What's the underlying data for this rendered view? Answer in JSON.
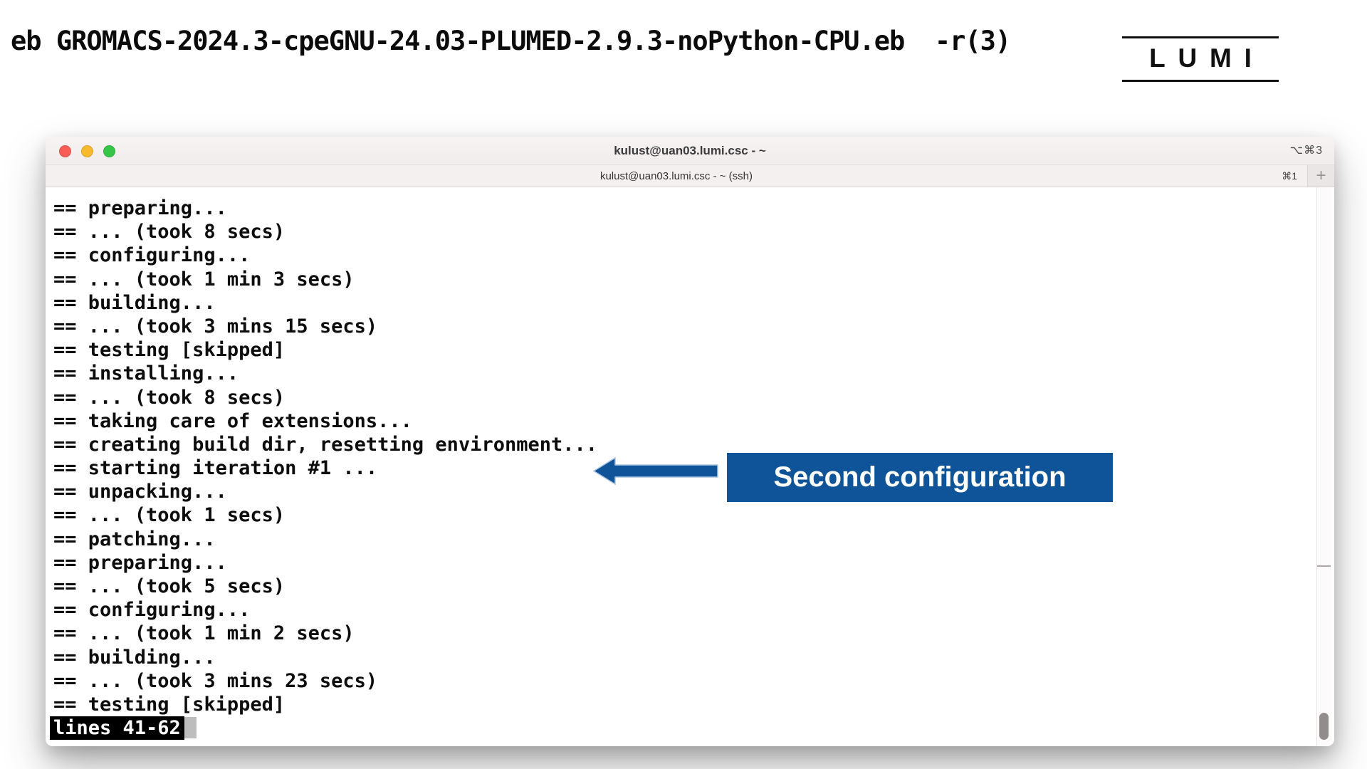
{
  "slide": {
    "title": "eb GROMACS-2024.3-cpeGNU-24.03-PLUMED-2.9.3-noPython-CPU.eb  -r(3)",
    "logo_text": "LUMI"
  },
  "window": {
    "title": "kulust@uan03.lumi.csc - ~",
    "title_shortcut": "⌥⌘3",
    "traffic_lights": {
      "close_color": "#f85e56",
      "minimize_color": "#f7ba2e",
      "zoom_color": "#35c649"
    },
    "tab": {
      "label": "kulust@uan03.lumi.csc - ~ (ssh)",
      "shortcut": "⌘1",
      "new_tab_label": "+"
    }
  },
  "terminal": {
    "lines": [
      "== preparing...",
      "== ... (took 8 secs)",
      "== configuring...",
      "== ... (took 1 min 3 secs)",
      "== building...",
      "== ... (took 3 mins 15 secs)",
      "== testing [skipped]",
      "== installing...",
      "== ... (took 8 secs)",
      "== taking care of extensions...",
      "== creating build dir, resetting environment...",
      "== starting iteration #1 ...",
      "== unpacking...",
      "== ... (took 1 secs)",
      "== patching...",
      "== preparing...",
      "== ... (took 5 secs)",
      "== configuring...",
      "== ... (took 1 min 2 secs)",
      "== building...",
      "== ... (took 3 mins 23 secs)",
      "== testing [skipped]"
    ],
    "status": "lines 41-62"
  },
  "annotation": {
    "label": "Second configuration",
    "accent_color": "#0f5499"
  }
}
